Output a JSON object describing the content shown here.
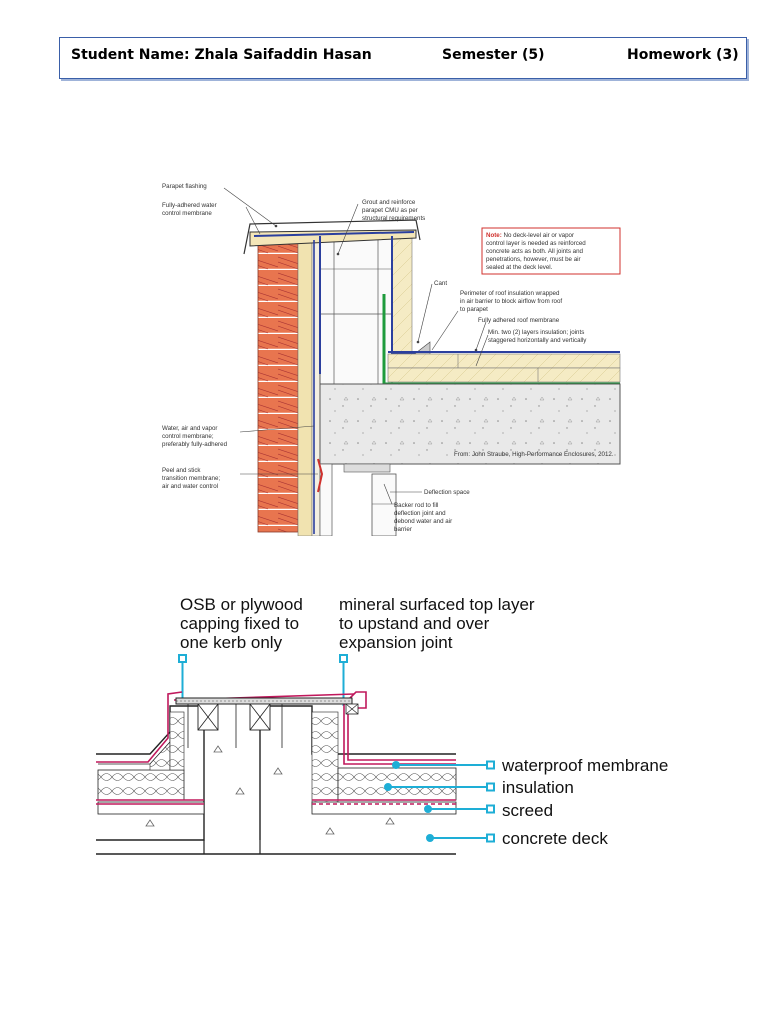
{
  "header": {
    "student_name": "Student Name: Zhala Saifaddin Hasan",
    "semester": "Semester (5)",
    "homework": "Homework (3)"
  },
  "figure1": {
    "labels": {
      "parapet_flashing": "Parapet flashing",
      "fully_adhered_1": "Fully-adhered water",
      "fully_adhered_2": "control membrane",
      "grout_1": "Grout and reinforce",
      "grout_2": "parapet CMU as per",
      "grout_3": "structural requirements",
      "cant": "Cant",
      "perimeter_1": "Perimeter of roof insulation wrapped",
      "perimeter_2": "in air barrier to block airflow from roof",
      "perimeter_3": "to parapet",
      "roof_membrane": "Fully adhered roof membrane",
      "insulation_1": "Min. two (2) layers insulation; joints",
      "insulation_2": "staggered horizontally and vertically",
      "wavb_1": "Water, air and vapor",
      "wavb_2": "control membrane;",
      "wavb_3": "preferably fully-adhered",
      "peel_1": "Peel and stick",
      "peel_2": "transition membrane;",
      "peel_3": "air and water control",
      "deflection_space": "Deflection space",
      "backer_1": "Backer rod to fill",
      "backer_2": "deflection joint and",
      "backer_3": "debond water and air",
      "backer_4": "barrier",
      "source": "From: John Straube, High-Performance Enclosures, 2012."
    },
    "note": {
      "heading": "Note:",
      "line1": "No deck-level air or vapor",
      "line2": "control layer is needed as reinforced",
      "line3": "concrete acts as both. All joints and",
      "line4": "penetrations, however, must be air",
      "line5": "sealed at the deck level."
    },
    "colors": {
      "note_border": "#d0312d",
      "membrane_blue": "#2b3f9e",
      "air_green": "#1e9b3c",
      "brick": "#e46c4a",
      "insulation": "#f4e9c0"
    }
  },
  "figure2": {
    "labels": {
      "osb_1": "OSB or plywood",
      "osb_2": "capping fixed to",
      "osb_3": "one kerb only",
      "mineral_1": "mineral surfaced top layer",
      "mineral_2": "to upstand and over",
      "mineral_3": "expansion joint",
      "waterproof": "waterproof membrane",
      "insulation": "insulation",
      "screed": "screed",
      "concrete": "concrete deck"
    },
    "colors": {
      "leader": "#1eaed6",
      "membrane": "#c0185c"
    }
  }
}
